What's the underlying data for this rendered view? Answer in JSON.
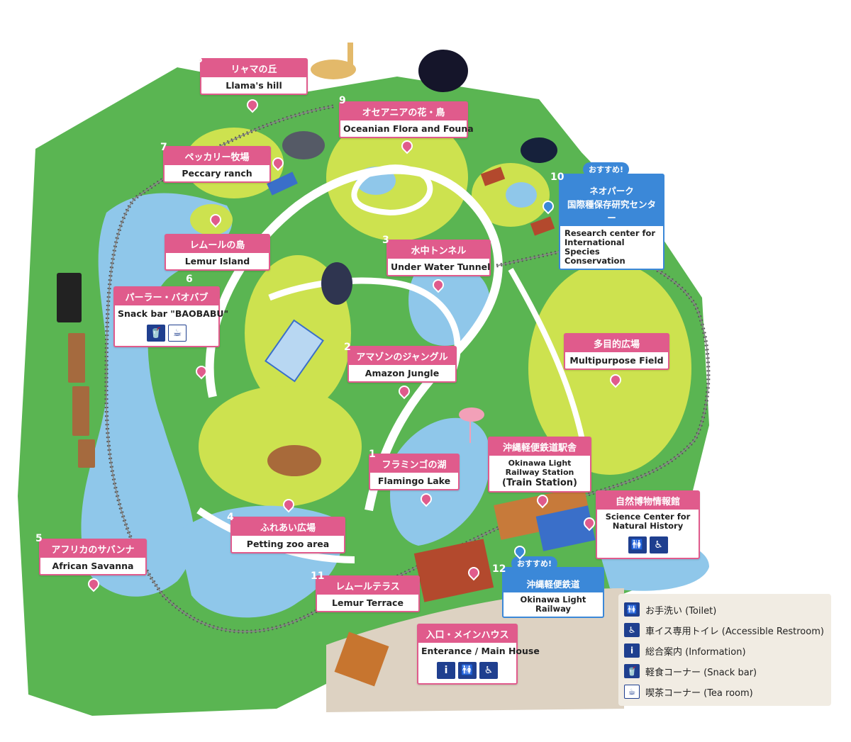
{
  "locations": [
    {
      "key": "llama",
      "num": "8",
      "jp": "リャマの丘",
      "en": "Llama's hill"
    },
    {
      "key": "oceania",
      "num": "9",
      "jp": "オセアニアの花・鳥",
      "en": "Oceanian Flora and Founa"
    },
    {
      "key": "peccary",
      "num": "7",
      "jp": "ペッカリー牧場",
      "en": "Peccary ranch"
    },
    {
      "key": "lemur_island",
      "num": "",
      "jp": "レムールの島",
      "en": "Lemur Island"
    },
    {
      "key": "baobabu",
      "num": "6",
      "jp": "パーラー・バオバブ",
      "en": "Snack bar \"BAOBABU\""
    },
    {
      "key": "tunnel",
      "num": "3",
      "jp": "水中トンネル",
      "en": "Under Water Tunnel"
    },
    {
      "key": "amazon",
      "num": "2",
      "jp": "アマゾンのジャングル",
      "en": "Amazon Jungle"
    },
    {
      "key": "field",
      "num": "",
      "jp": "多目的広場",
      "en": "Multipurpose Field"
    },
    {
      "key": "flamingo",
      "num": "1",
      "jp": "フラミンゴの湖",
      "en": "Flamingo Lake"
    },
    {
      "key": "station",
      "num": "",
      "jp": "沖縄軽便鉄道駅舎",
      "en": "Okinawa Light Railway Station",
      "en2": "(Train Station)"
    },
    {
      "key": "science",
      "num": "",
      "jp": "自然博物情報館",
      "en": "Science Center for Natural History"
    },
    {
      "key": "petting",
      "num": "4",
      "jp": "ふれあい広場",
      "en": "Petting zoo area"
    },
    {
      "key": "savanna",
      "num": "5",
      "jp": "アフリカのサバンナ",
      "en": "African Savanna"
    },
    {
      "key": "terrace",
      "num": "11",
      "jp": "レムールテラス",
      "en": "Lemur Terrace"
    },
    {
      "key": "entrance",
      "num": "",
      "jp": "入口・メインハウス",
      "en": "Enterance / Main House"
    }
  ],
  "recommended": [
    {
      "key": "research",
      "num": "10",
      "badge": "おすすめ!",
      "jp": "ネオパーク\n国際種保存研究センター",
      "en": "Research center for International Species Conservation"
    },
    {
      "key": "railway",
      "num": "12",
      "badge": "おすすめ!",
      "jp": "沖縄軽便鉄道",
      "en": "Okinawa Light Railway"
    }
  ],
  "legend": [
    {
      "icon": "toilet-icon",
      "glyph": "🚻",
      "label": "お手洗い (Toilet)"
    },
    {
      "icon": "accessible-icon",
      "glyph": "♿",
      "label": "車イス専用トイレ (Accessible Restroom)"
    },
    {
      "icon": "info-icon",
      "glyph": "i",
      "label": "総合案内 (Information)"
    },
    {
      "icon": "snackbar-icon",
      "glyph": "🥤",
      "label": "軽食コーナー (Snack bar)"
    },
    {
      "icon": "tearoom-icon",
      "glyph": "☕",
      "label": "喫茶コーナー (Tea room)"
    }
  ],
  "colors": {
    "pink": "#e05b8c",
    "blue": "#3b88d8",
    "navy": "#1f3f8f",
    "grass": "#5ab552",
    "lime": "#cde24f",
    "water": "#8fc7ea",
    "path": "#ffffff"
  }
}
